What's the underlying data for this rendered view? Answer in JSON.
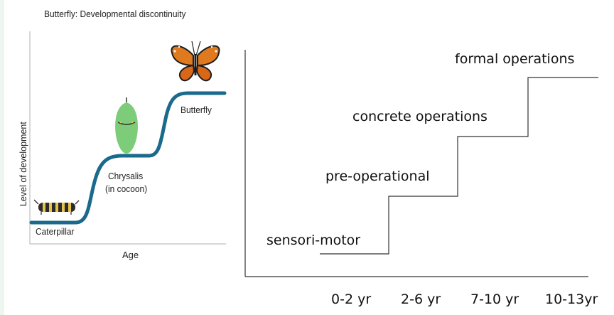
{
  "left_diagram": {
    "title": "Butterfly: Developmental discontinuity",
    "y_axis_label": "Level of development",
    "x_axis_label": "Age",
    "stages": [
      {
        "label": "Caterpillar"
      },
      {
        "label_line1": "Chrysalis",
        "label_line2": "(in cocoon)"
      },
      {
        "label": "Butterfly"
      }
    ],
    "curve_color": "#1a6a8c"
  },
  "right_diagram": {
    "stages": [
      "sensori-motor",
      "pre-operational",
      "concrete operations",
      "formal operations"
    ],
    "ages": [
      "0-2 yr",
      "2-6 yr",
      "7-10 yr",
      "10-13yr"
    ]
  }
}
